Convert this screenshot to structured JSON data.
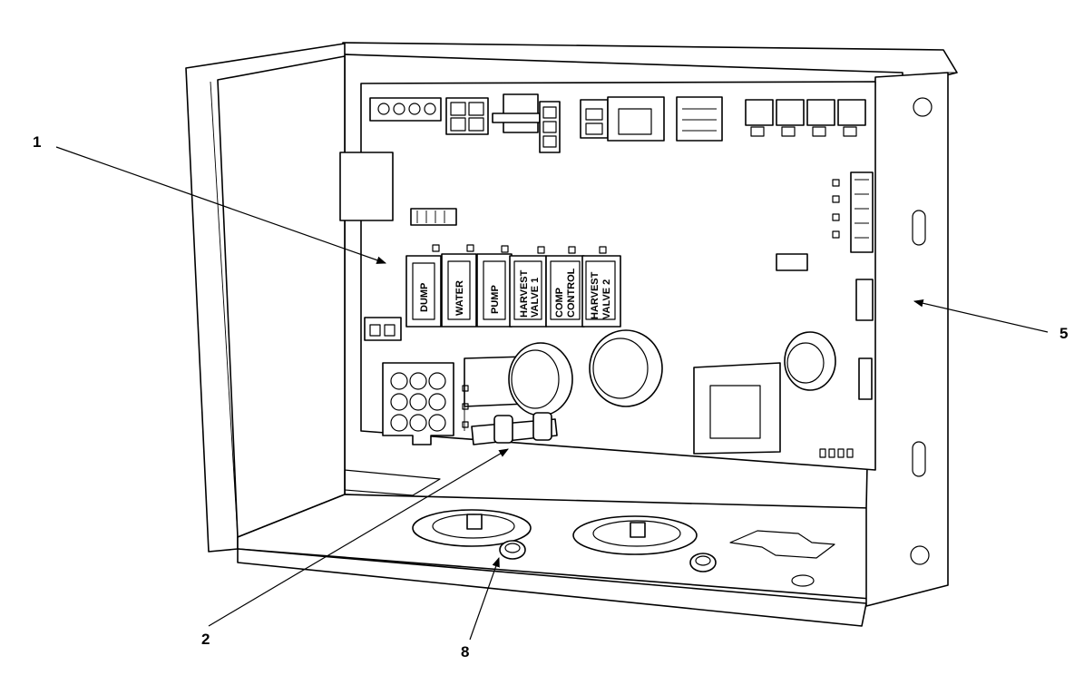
{
  "diagram": {
    "callouts": [
      {
        "id": "c1",
        "number": "1"
      },
      {
        "id": "c2",
        "number": "2"
      },
      {
        "id": "c5",
        "number": "5"
      },
      {
        "id": "c8",
        "number": "8"
      }
    ],
    "relays": [
      {
        "line1": "DUMP",
        "line2": ""
      },
      {
        "line1": "WATER",
        "line2": ""
      },
      {
        "line1": "PUMP",
        "line2": ""
      },
      {
        "line1": "HARVEST",
        "line2": "VALVE 1"
      },
      {
        "line1": "COMP",
        "line2": "CONTROL"
      },
      {
        "line1": "HARVEST",
        "line2": "VALVE 2"
      }
    ]
  }
}
